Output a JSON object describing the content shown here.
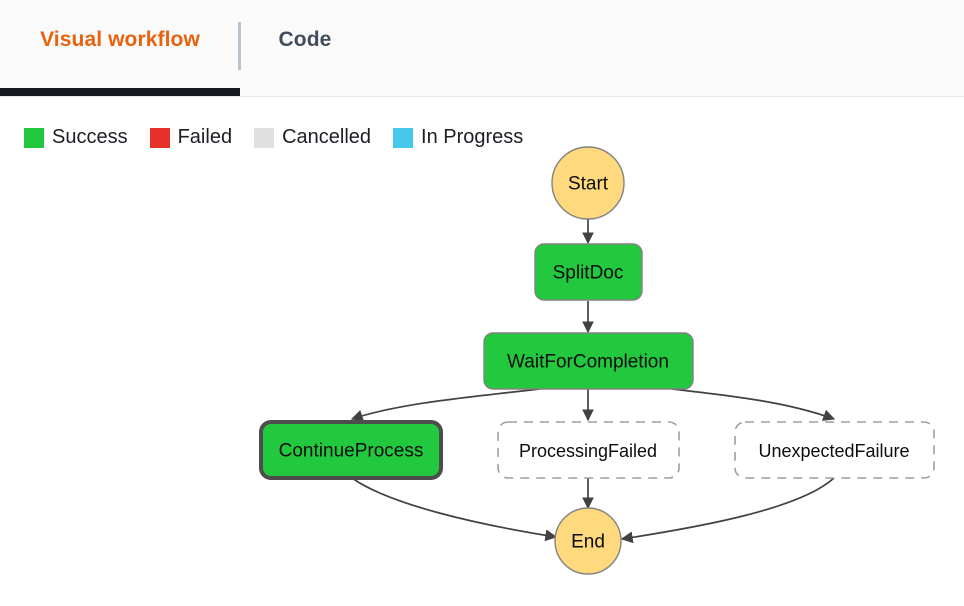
{
  "tabs": [
    {
      "id": "visual-workflow",
      "label": "Visual workflow",
      "active": true
    },
    {
      "id": "code",
      "label": "Code",
      "active": false
    }
  ],
  "legend": {
    "items": [
      {
        "label": "Success",
        "color": "#22c93f"
      },
      {
        "label": "Failed",
        "color": "#e8302a"
      },
      {
        "label": "Cancelled",
        "color": "#e0e0e0"
      },
      {
        "label": "In Progress",
        "color": "#45c8ec"
      }
    ]
  },
  "colors": {
    "active_tab_text": "#e8620e",
    "inactive_tab_text": "#414d5c",
    "active_tab_underline": "#16191f",
    "success_node": "#22c93f",
    "terminal_node": "#ffd97d",
    "node_stroke": "#828282",
    "selected_stroke": "#4d4d4d",
    "inactive_node_fill": "#ffffff",
    "inactive_node_stroke": "#9e9e9e",
    "edge": "#424242"
  },
  "workflow": {
    "nodes": [
      {
        "id": "Start",
        "label": "Start",
        "shape": "circle",
        "state": "terminal"
      },
      {
        "id": "SplitDoc",
        "label": "SplitDoc",
        "shape": "rounded",
        "state": "success"
      },
      {
        "id": "WaitForCompletion",
        "label": "WaitForCompletion",
        "shape": "rounded",
        "state": "success"
      },
      {
        "id": "ContinueProcess",
        "label": "ContinueProcess",
        "shape": "rounded",
        "state": "success",
        "selected": true
      },
      {
        "id": "ProcessingFailed",
        "label": "ProcessingFailed",
        "shape": "dashed",
        "state": "inactive"
      },
      {
        "id": "UnexpectedFailure",
        "label": "UnexpectedFailure",
        "shape": "dashed",
        "state": "inactive"
      },
      {
        "id": "End",
        "label": "End",
        "shape": "circle",
        "state": "terminal"
      }
    ],
    "edges": [
      {
        "from": "Start",
        "to": "SplitDoc"
      },
      {
        "from": "SplitDoc",
        "to": "WaitForCompletion"
      },
      {
        "from": "WaitForCompletion",
        "to": "ContinueProcess"
      },
      {
        "from": "WaitForCompletion",
        "to": "ProcessingFailed"
      },
      {
        "from": "WaitForCompletion",
        "to": "UnexpectedFailure"
      },
      {
        "from": "ContinueProcess",
        "to": "End"
      },
      {
        "from": "ProcessingFailed",
        "to": "End"
      },
      {
        "from": "UnexpectedFailure",
        "to": "End"
      }
    ]
  }
}
